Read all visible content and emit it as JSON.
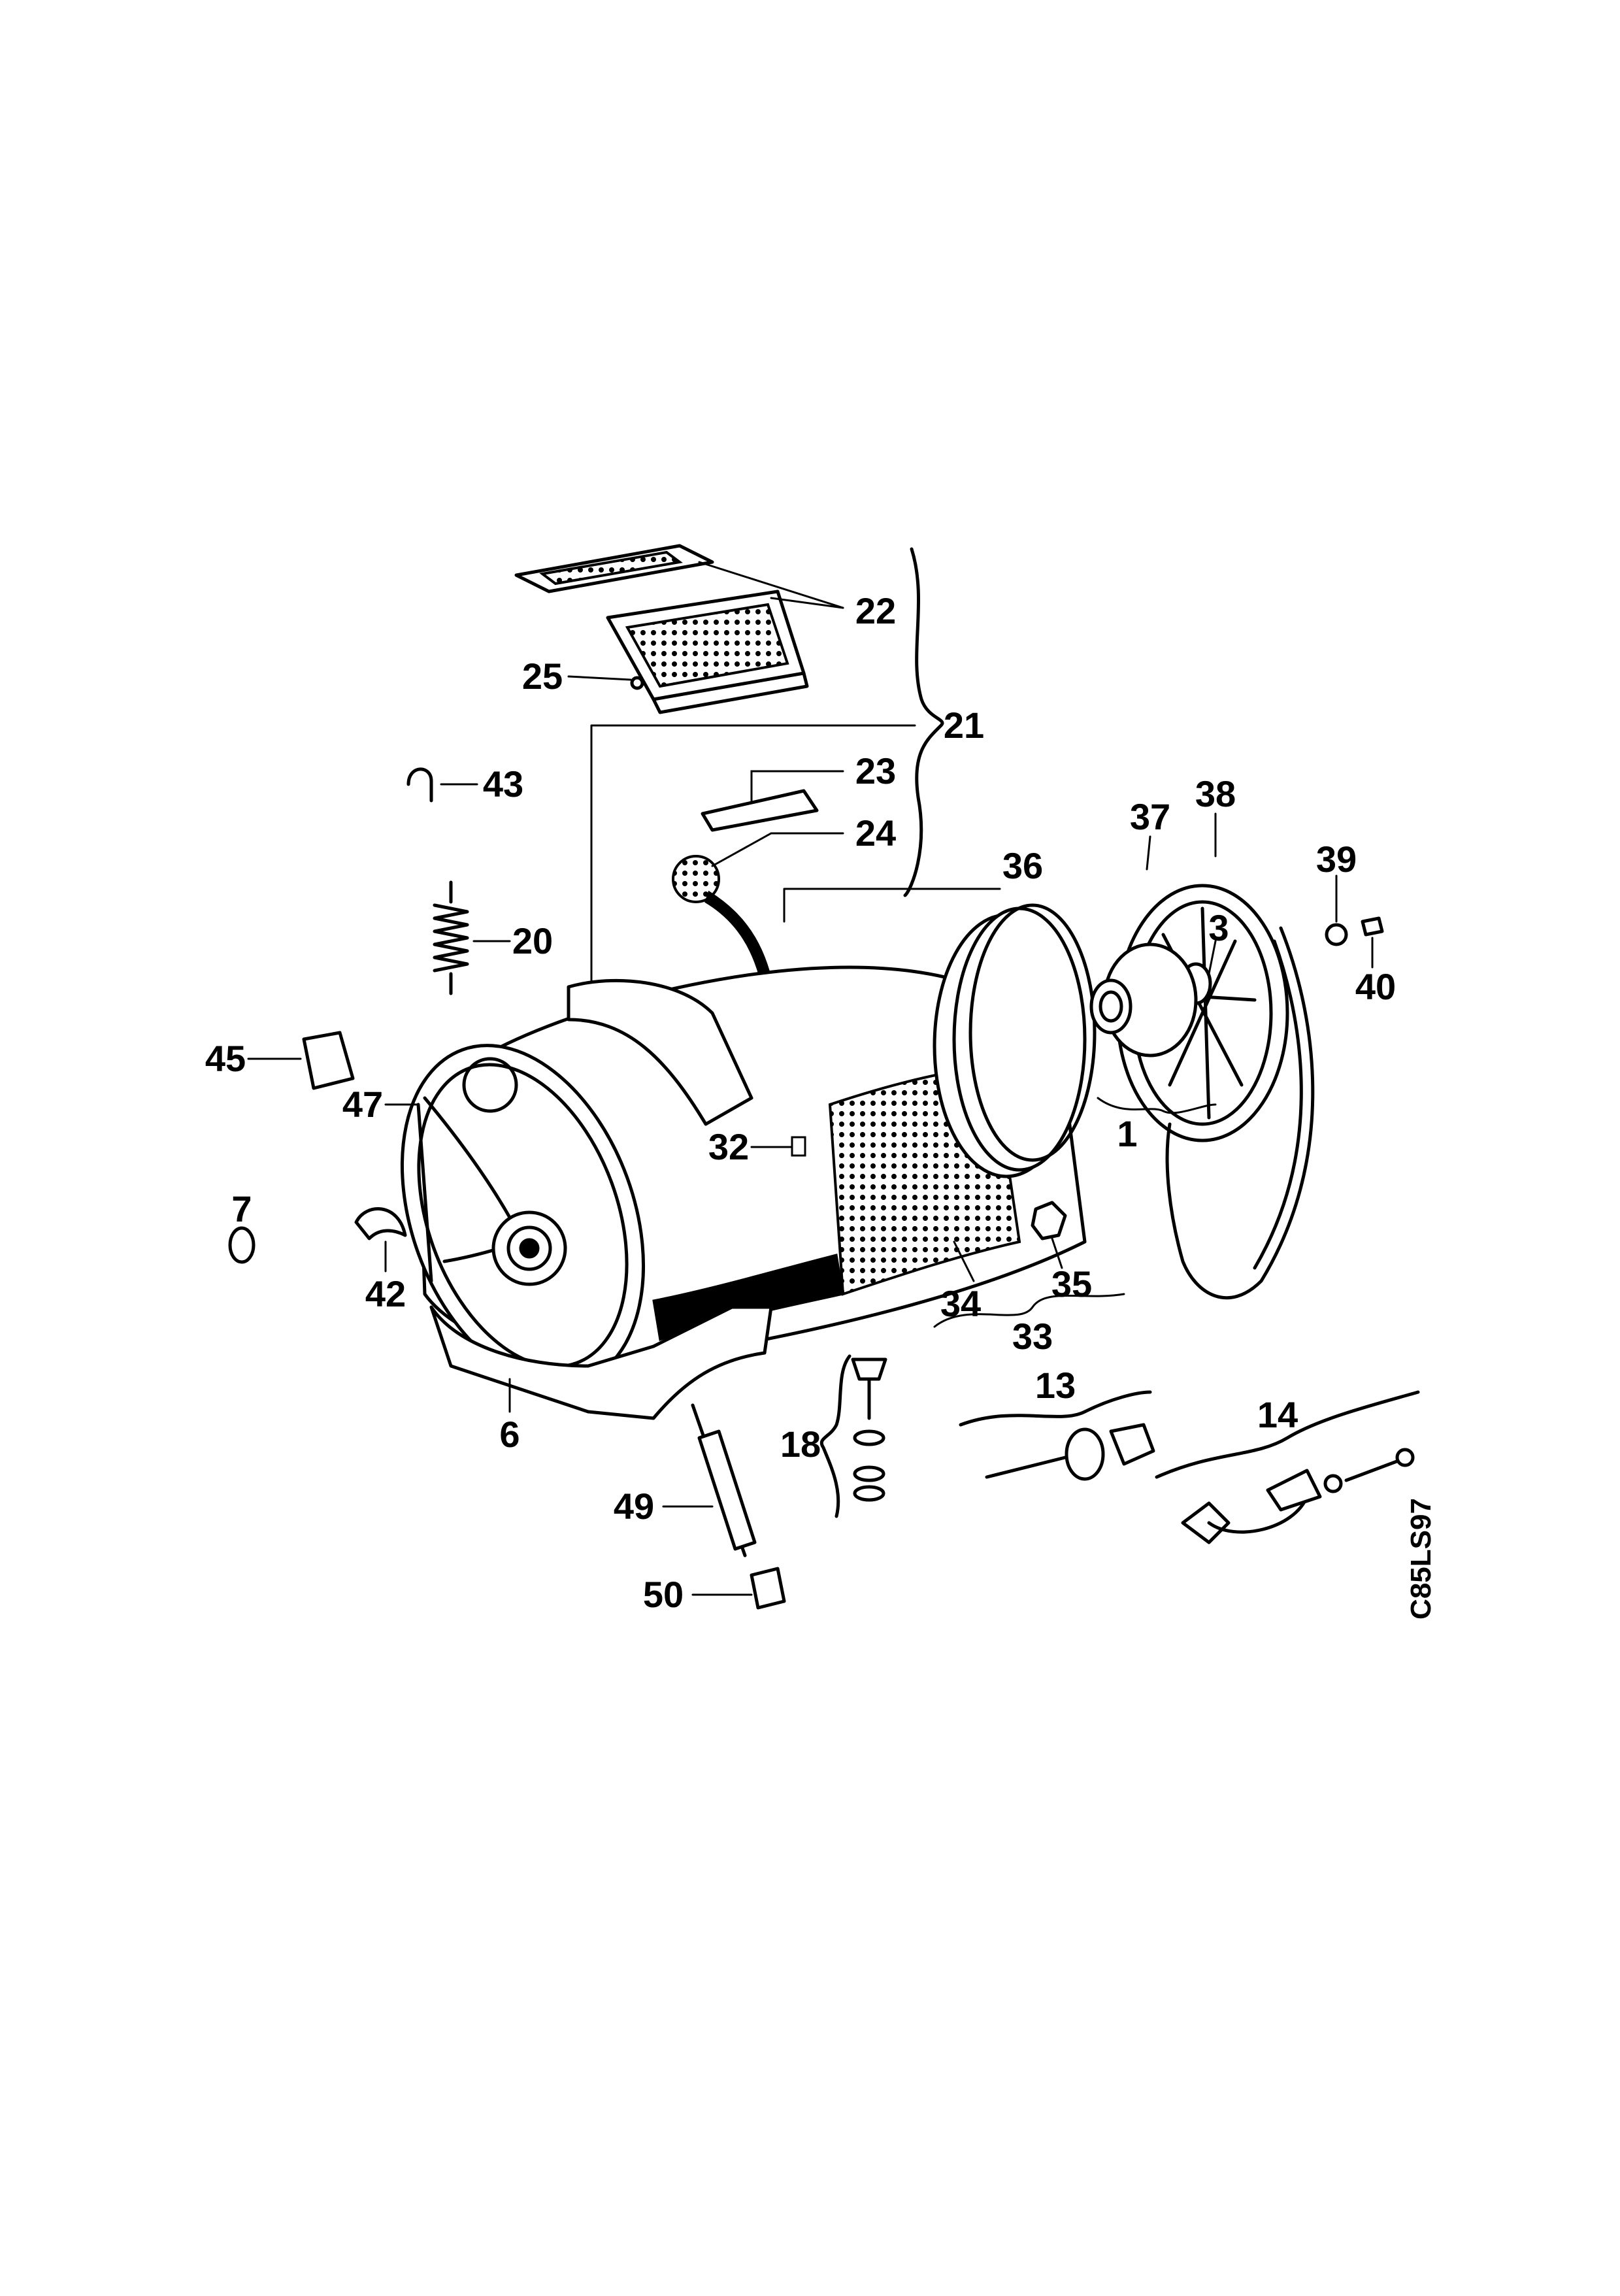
{
  "diagram": {
    "drawing_code": "C85LS97",
    "part_callouts": [
      {
        "id": "c22",
        "label": "22"
      },
      {
        "id": "c25",
        "label": "25"
      },
      {
        "id": "c21",
        "label": "21"
      },
      {
        "id": "c43",
        "label": "43"
      },
      {
        "id": "c23",
        "label": "23"
      },
      {
        "id": "c24",
        "label": "24"
      },
      {
        "id": "c36",
        "label": "36"
      },
      {
        "id": "c37",
        "label": "37"
      },
      {
        "id": "c38",
        "label": "38"
      },
      {
        "id": "c39",
        "label": "39"
      },
      {
        "id": "c3",
        "label": "3"
      },
      {
        "id": "c40",
        "label": "40"
      },
      {
        "id": "c20",
        "label": "20"
      },
      {
        "id": "c45",
        "label": "45"
      },
      {
        "id": "c47",
        "label": "47"
      },
      {
        "id": "c32",
        "label": "32"
      },
      {
        "id": "c1",
        "label": "1"
      },
      {
        "id": "c35",
        "label": "35"
      },
      {
        "id": "c34",
        "label": "34"
      },
      {
        "id": "c33",
        "label": "33"
      },
      {
        "id": "c7",
        "label": "7"
      },
      {
        "id": "c42",
        "label": "42"
      },
      {
        "id": "c13",
        "label": "13"
      },
      {
        "id": "c14",
        "label": "14"
      },
      {
        "id": "c18",
        "label": "18"
      },
      {
        "id": "c6",
        "label": "6"
      },
      {
        "id": "c49",
        "label": "49"
      },
      {
        "id": "c50",
        "label": "50"
      }
    ]
  }
}
